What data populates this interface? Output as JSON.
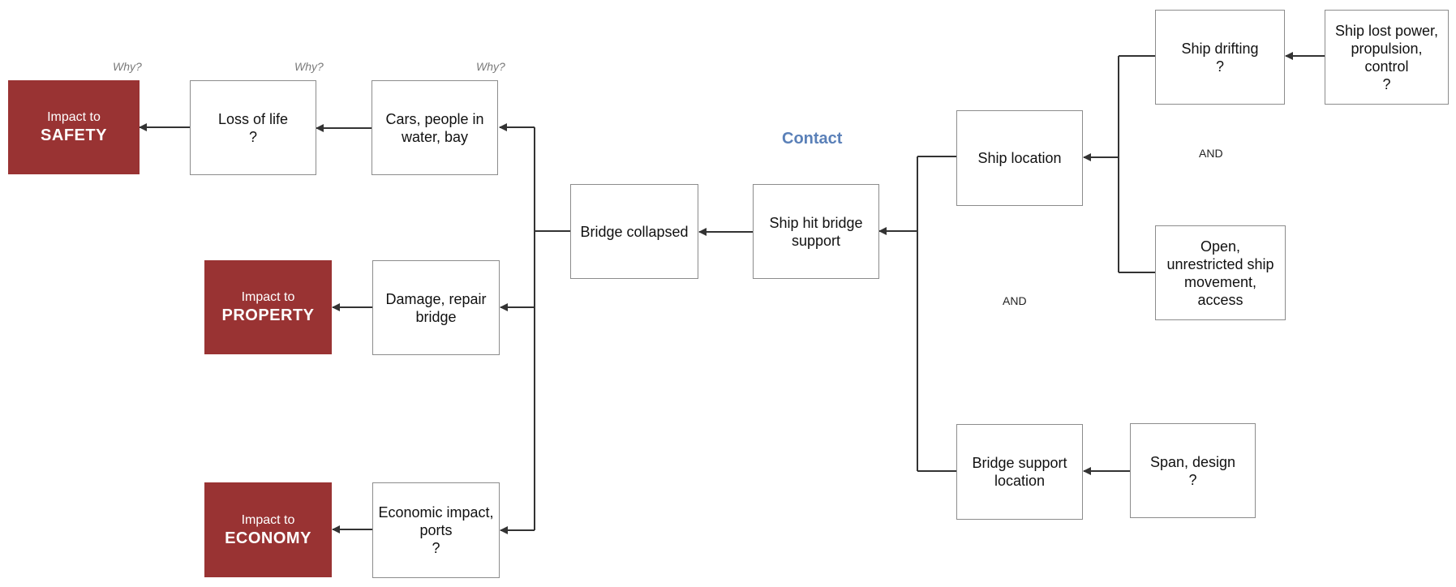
{
  "colors": {
    "impact_fill": "#993333",
    "contact_text": "#5a80b8",
    "line": "#333333"
  },
  "why_labels": [
    "Why?",
    "Why?",
    "Why?"
  ],
  "contact_label": "Contact",
  "and_labels": [
    "AND",
    "AND"
  ],
  "impacts": {
    "safety": {
      "prefix": "Impact to",
      "name": "SAFETY"
    },
    "property": {
      "prefix": "Impact to",
      "name": "PROPERTY"
    },
    "economy": {
      "prefix": "Impact to",
      "name": "ECONOMY"
    }
  },
  "nodes": {
    "loss_of_life": "Loss of life\n?",
    "cars_people": "Cars, people in\nwater, bay",
    "damage_repair": "Damage, repair\nbridge",
    "economic_impact": "Economic impact,\nports\n?",
    "bridge_collapsed": "Bridge collapsed",
    "ship_hit_support": "Ship hit bridge\nsupport",
    "ship_location": "Ship location",
    "bridge_support_location": "Bridge support\nlocation",
    "ship_drifting": "Ship drifting\n?",
    "ship_lost_power": "Ship lost power,\npropulsion,\ncontrol\n?",
    "open_movement": "Open,\nunrestricted ship\nmovement,\naccess",
    "span_design": "Span, design\n?"
  }
}
